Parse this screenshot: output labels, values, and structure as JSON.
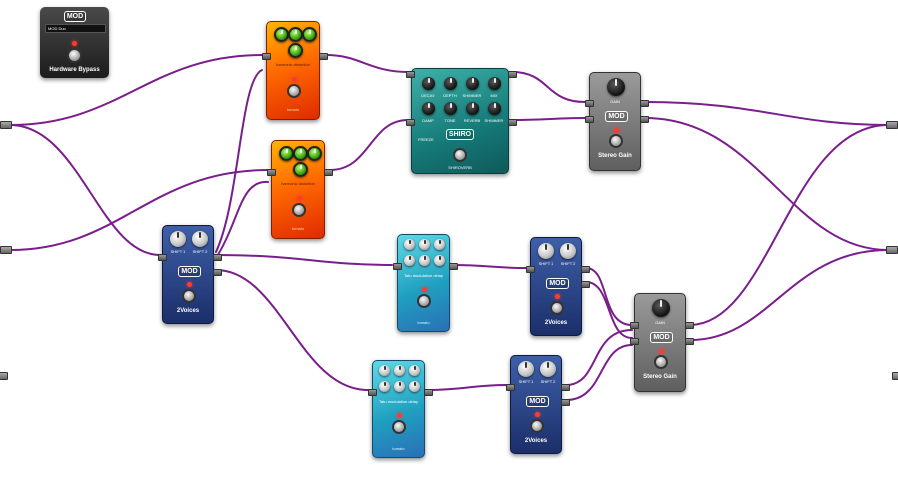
{
  "canvas": {
    "background": "#ffffff",
    "cable_color": "#7a1e8c"
  },
  "hardware_bypass": {
    "title": "Hardware Bypass",
    "logo": "MOD",
    "field": "MOD Duo"
  },
  "pedals": {
    "fuzz_top": {
      "name": "harmonic distortion",
      "brand": "tomato"
    },
    "fuzz_mid": {
      "name": "harmonic distortion",
      "brand": "tomato"
    },
    "shiro": {
      "logo": "SHIRO",
      "name": "SHIROVERB",
      "knobs_top": [
        "DECAY",
        "DEPTH",
        "SHIMMER",
        "MIX"
      ],
      "knobs_bottom": [
        "DAMP",
        "TONE",
        "REVERB",
        "SHIMMER"
      ],
      "switch": "FREEZE"
    },
    "gain_top": {
      "title": "Stereo Gain",
      "logo": "MOD",
      "knob": "GAIN"
    },
    "gain_bottom": {
      "title": "Stereo Gain",
      "logo": "MOD",
      "knob": "GAIN"
    },
    "voices_left": {
      "title": "2Voices",
      "logo": "MOD",
      "knob1": "SHIFT 1",
      "knob2": "SHIFT 2"
    },
    "voices_mid": {
      "title": "2Voices",
      "logo": "MOD",
      "knob1": "SHIFT 1",
      "knob2": "SHIFT 2"
    },
    "voices_bottom": {
      "title": "2Voices",
      "logo": "MOD",
      "knob1": "SHIFT 1",
      "knob2": "SHIFT 2"
    },
    "teal_top": {
      "name": "Tatu modulation delay",
      "brand": "tomato"
    },
    "teal_bottom": {
      "name": "Tatu modulation delay",
      "brand": "tomato"
    }
  }
}
